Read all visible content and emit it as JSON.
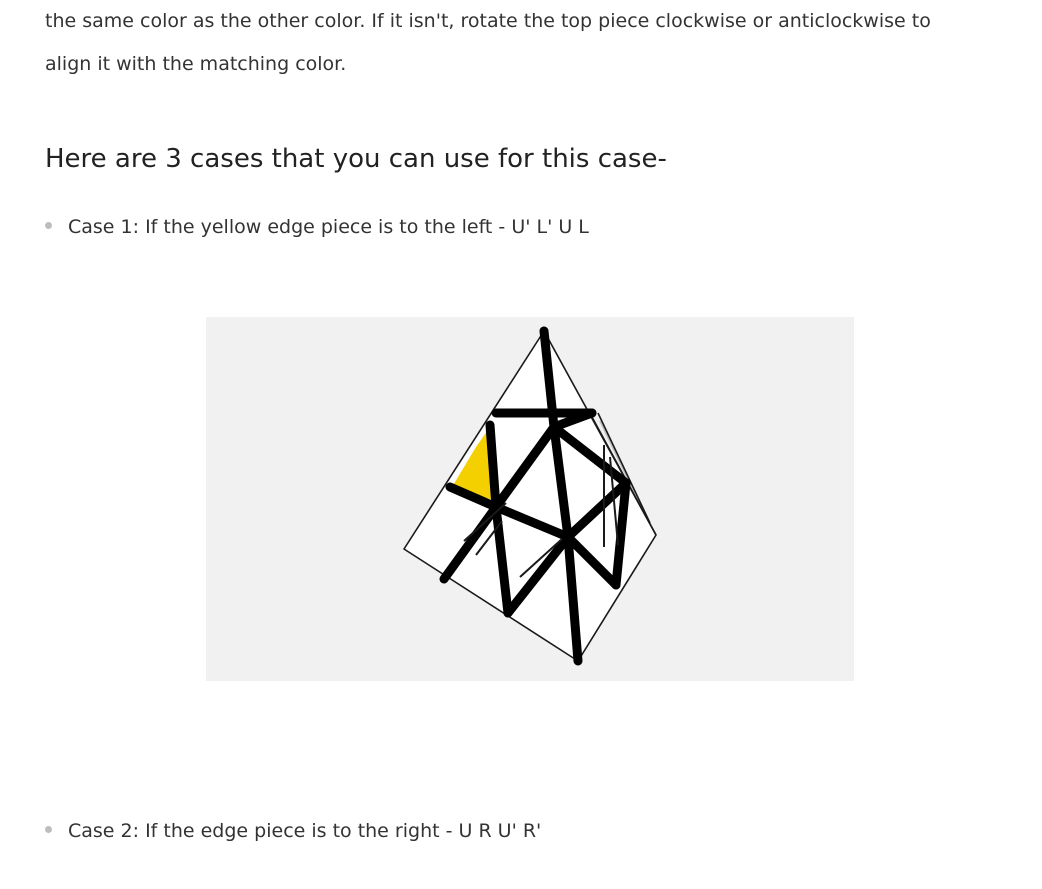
{
  "intro": {
    "line1": "the same color as the other color. If it isn't, rotate the top piece clockwise or anticlockwise to",
    "line2": "align it with the matching color."
  },
  "heading": "Here are 3 cases that you can use for this case-",
  "cases": [
    {
      "label": "Case 1: If the yellow edge piece is to the left - U' L' U L"
    },
    {
      "label": "Case 2: If the edge piece is to the right - U R U' R'"
    }
  ],
  "figure": {
    "background": "#f1f1f1",
    "highlight_color": "#f5d000",
    "line_color": "#000000"
  }
}
